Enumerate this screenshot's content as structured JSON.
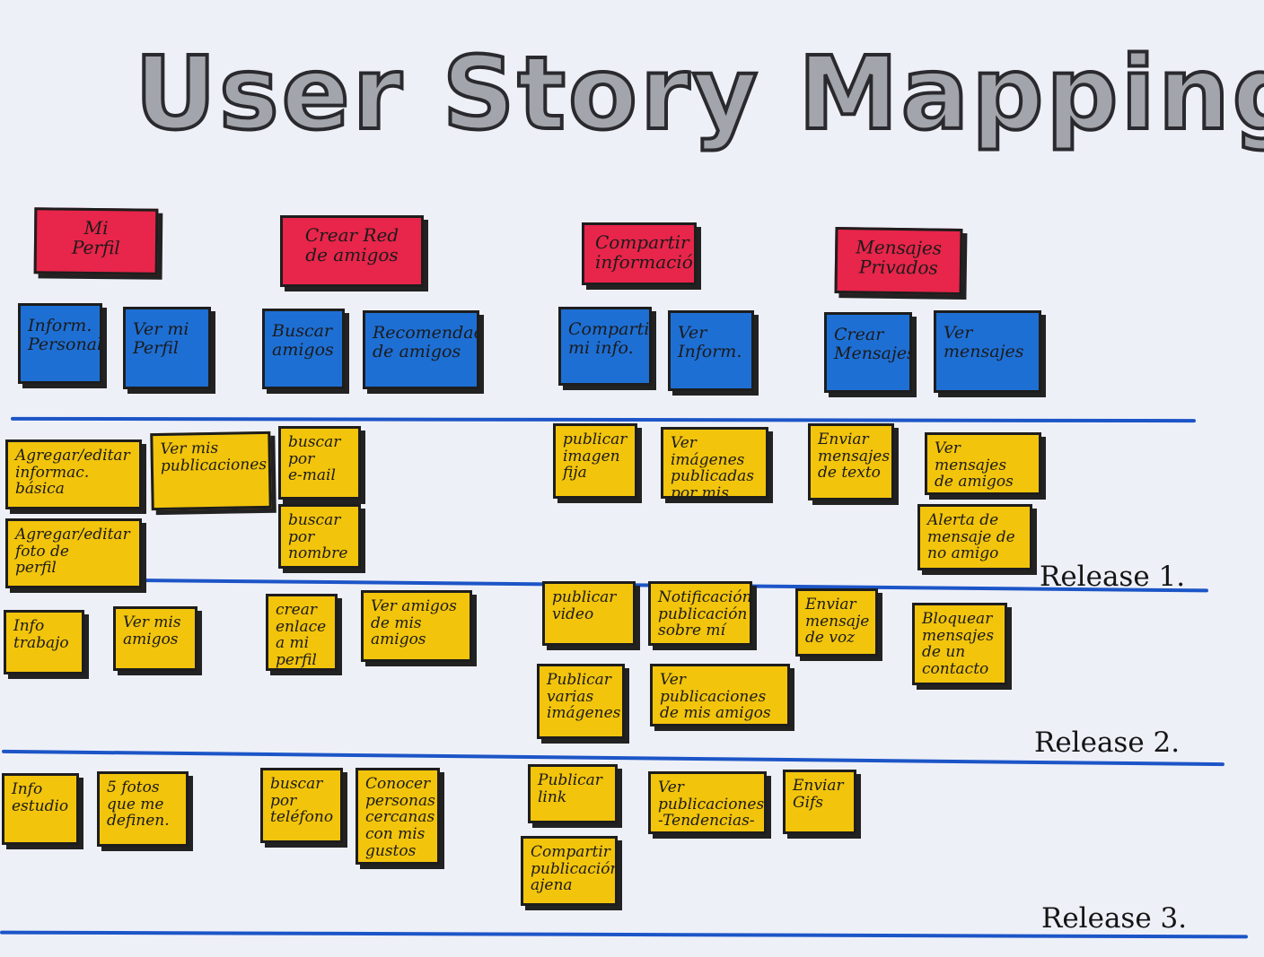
{
  "title": "User Story Mapping",
  "colors": {
    "activity": "#e8254a",
    "task": "#1e6fd4",
    "story": "#f2c40c",
    "release_line": "#1c55c7"
  },
  "activities": [
    {
      "label": "Mi\nPerfil"
    },
    {
      "label": "Crear Red\nde amigos"
    },
    {
      "label": "Compartir\ninformación"
    },
    {
      "label": "Mensajes\nPrivados"
    }
  ],
  "tasks": [
    {
      "label": "Inform.\nPersonal"
    },
    {
      "label": "Ver mi\nPerfil"
    },
    {
      "label": "Buscar\namigos"
    },
    {
      "label": "Recomendac.\nde amigos"
    },
    {
      "label": "Compartir\nmi info."
    },
    {
      "label": "Ver\nInform."
    },
    {
      "label": "Crear\nMensajes"
    },
    {
      "label": "Ver\nmensajes"
    }
  ],
  "stories": [
    {
      "label": "Agregar/editar\ninformac.\nbásica"
    },
    {
      "label": "Ver mis\npublicaciones"
    },
    {
      "label": "buscar\npor\ne-mail"
    },
    {
      "label": "publicar\nimagen\nfija"
    },
    {
      "label": "Ver imágenes\npublicadas\npor mis amigos"
    },
    {
      "label": "Enviar\nmensajes\nde texto"
    },
    {
      "label": "Ver mensajes\nde amigos"
    },
    {
      "label": "Agregar/editar\nfoto de\nperfil"
    },
    {
      "label": "buscar\npor\nnombre"
    },
    {
      "label": "Alerta de\nmensaje de\nno amigo"
    },
    {
      "label": "Info\ntrabajo"
    },
    {
      "label": "Ver mis\namigos"
    },
    {
      "label": "crear\nenlace\na mi\nperfil"
    },
    {
      "label": "Ver amigos\nde mis amigos"
    },
    {
      "label": "publicar\nvideo"
    },
    {
      "label": "Notificación\npublicación\nsobre mí"
    },
    {
      "label": "Enviar\nmensaje\nde voz"
    },
    {
      "label": "Bloquear\nmensajes\nde un\ncontacto"
    },
    {
      "label": "Publicar\nvarias\nimágenes"
    },
    {
      "label": "Ver publicaciones\nde mis amigos"
    },
    {
      "label": "Info\nestudio"
    },
    {
      "label": "5 fotos\nque me\ndefinen."
    },
    {
      "label": "buscar\npor\nteléfono"
    },
    {
      "label": "Conocer\npersonas\ncercanas\ncon mis\ngustos"
    },
    {
      "label": "Publicar\nlink"
    },
    {
      "label": "Ver\npublicaciones\n-Tendencias-"
    },
    {
      "label": "Enviar\nGifs"
    },
    {
      "label": "Compartir\npublicación\najena"
    }
  ],
  "releases": [
    {
      "label": "Release 1."
    },
    {
      "label": "Release 2."
    },
    {
      "label": "Release 3."
    }
  ]
}
